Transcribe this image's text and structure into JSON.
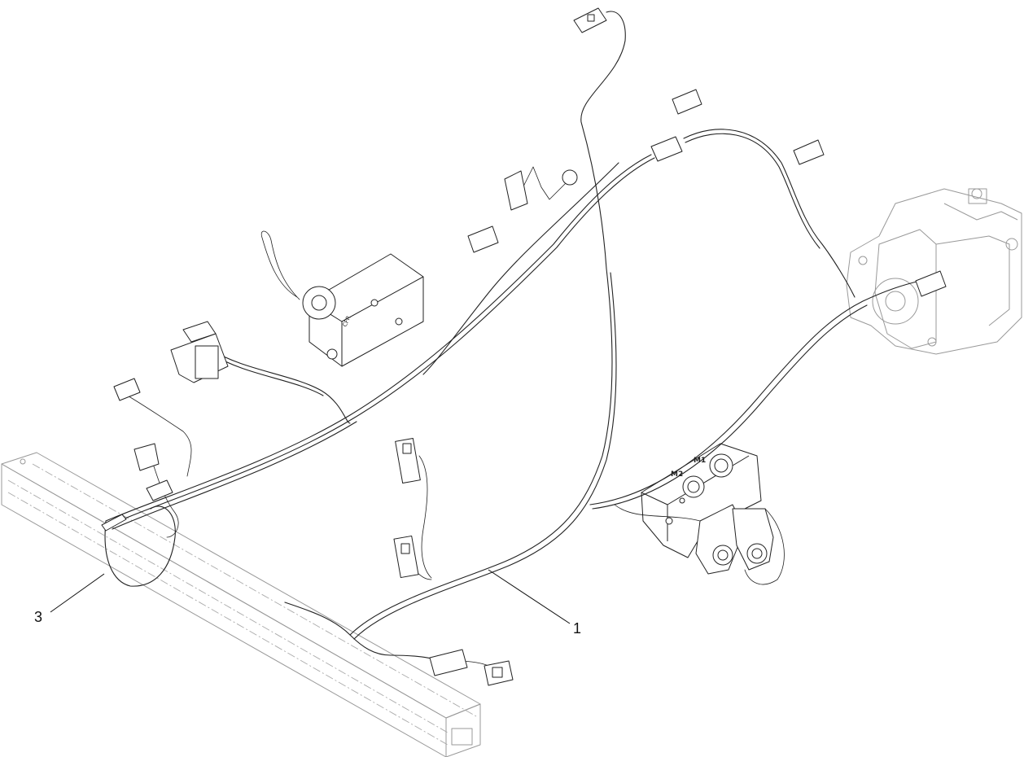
{
  "callouts": [
    {
      "id": "item-1",
      "label": "1"
    },
    {
      "id": "item-3",
      "label": "3"
    }
  ],
  "valve_ports": {
    "m1": "M1",
    "m2": "M2"
  }
}
